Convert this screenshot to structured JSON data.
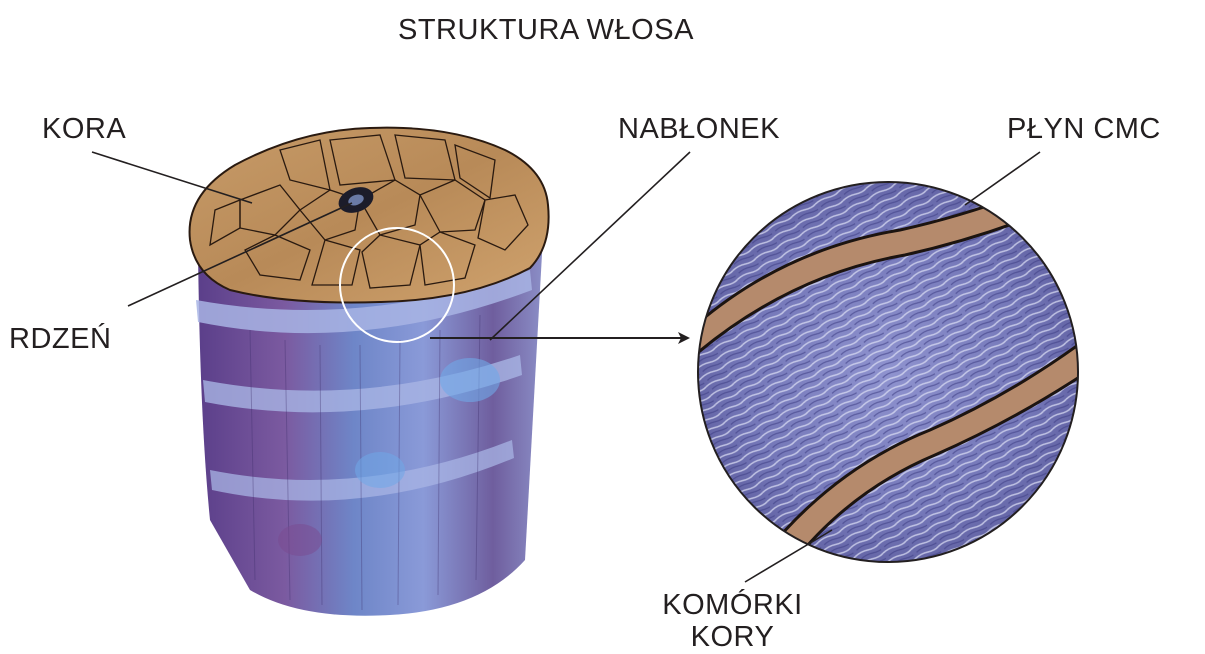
{
  "title": "STRUKTURA WŁOSA",
  "labels": {
    "kora": "KORA",
    "nablonek": "NABŁONEK",
    "plyn_cmc": "PŁYN CMC",
    "rdzen": "RDZEŃ",
    "komorki_kory_line1": "KOMÓRKI",
    "komorki_kory_line2": "KORY"
  },
  "colors": {
    "cortex_top": "#b98a5a",
    "cuticle_blue": "#7e88c8",
    "cuticle_purple": "#6a4a8e",
    "cmc_fluid": "#b58a6c",
    "line": "#231f20"
  }
}
